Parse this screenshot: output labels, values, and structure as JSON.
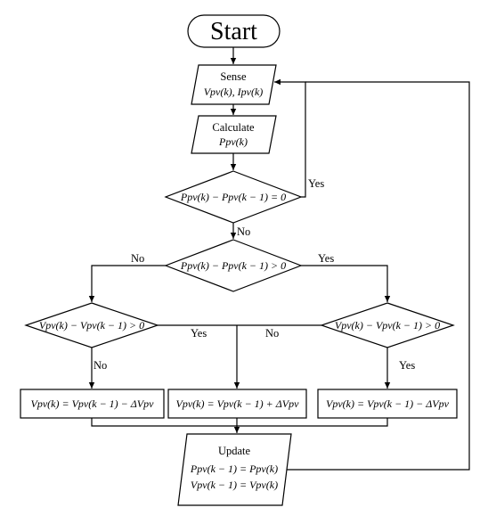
{
  "start": {
    "label": "Start"
  },
  "sense": {
    "title": "Sense",
    "expr": "Vpv(k), Ipv(k)"
  },
  "calculate": {
    "title": "Calculate",
    "expr": "Ppv(k)"
  },
  "decision_equal": {
    "expr": "Ppv(k) − Ppv(k − 1) = 0"
  },
  "decision_greater": {
    "expr": "Ppv(k) − Ppv(k − 1) > 0"
  },
  "decision_left": {
    "expr": "Vpv(k) − Vpv(k − 1) > 0"
  },
  "decision_right": {
    "expr": "Vpv(k) − Vpv(k − 1) > 0"
  },
  "action_left": {
    "expr": "Vpv(k) = Vpv(k − 1) − ΔVpv"
  },
  "action_mid": {
    "expr": "Vpv(k) = Vpv(k − 1) + ΔVpv"
  },
  "action_right": {
    "expr": "Vpv(k) = Vpv(k − 1) − ΔVpv"
  },
  "update": {
    "title": "Update",
    "line1": "Ppv(k − 1) = Ppv(k)",
    "line2": "Vpv(k − 1) = Vpv(k)"
  },
  "edge_labels": {
    "equal_yes": "Yes",
    "equal_no": "No",
    "greater_no": "No",
    "greater_yes": "Yes",
    "left_yes": "Yes",
    "left_no": "No",
    "right_no": "No",
    "right_yes": "Yes"
  }
}
